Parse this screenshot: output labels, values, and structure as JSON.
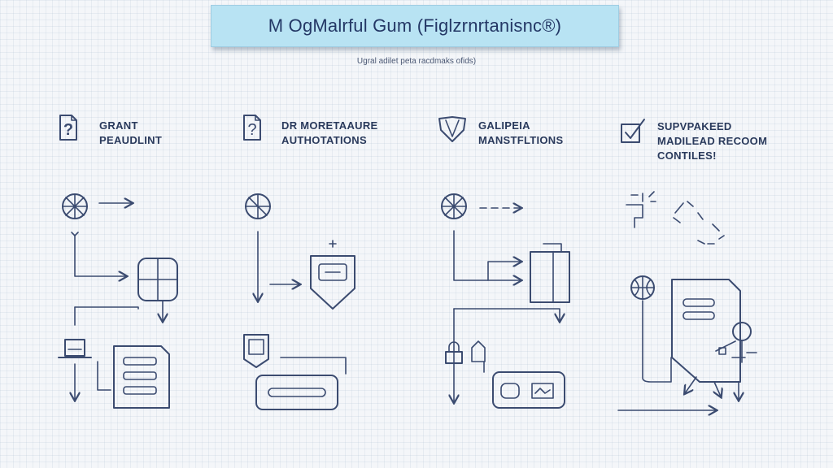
{
  "header": {
    "title": "M OgMalrful Gum (Figlzrnrtanisnc®)",
    "subtitle": "Ugral adilet peta racdmaks ofids)"
  },
  "columns": [
    {
      "title_line1": "GRANT",
      "title_line2": "PEAUDLINT",
      "title_line3": "",
      "icon": "question-document-icon"
    },
    {
      "title_line1": "DR MORETAAURE",
      "title_line2": "AUTHOTATIONS",
      "title_line3": "",
      "icon": "question-document-icon"
    },
    {
      "title_line1": "GALIPEIA",
      "title_line2": "MANSTFLTIONS",
      "title_line3": "",
      "icon": "shield-icon"
    },
    {
      "title_line1": "SUPVPAKEED",
      "title_line2": "MADILEAD RECOOM",
      "title_line3": "CONTILES!",
      "icon": "checkbox-icon"
    }
  ],
  "colors": {
    "banner": "#b8e3f3",
    "stroke": "#3b4b70",
    "background": "#f4f6f9"
  }
}
